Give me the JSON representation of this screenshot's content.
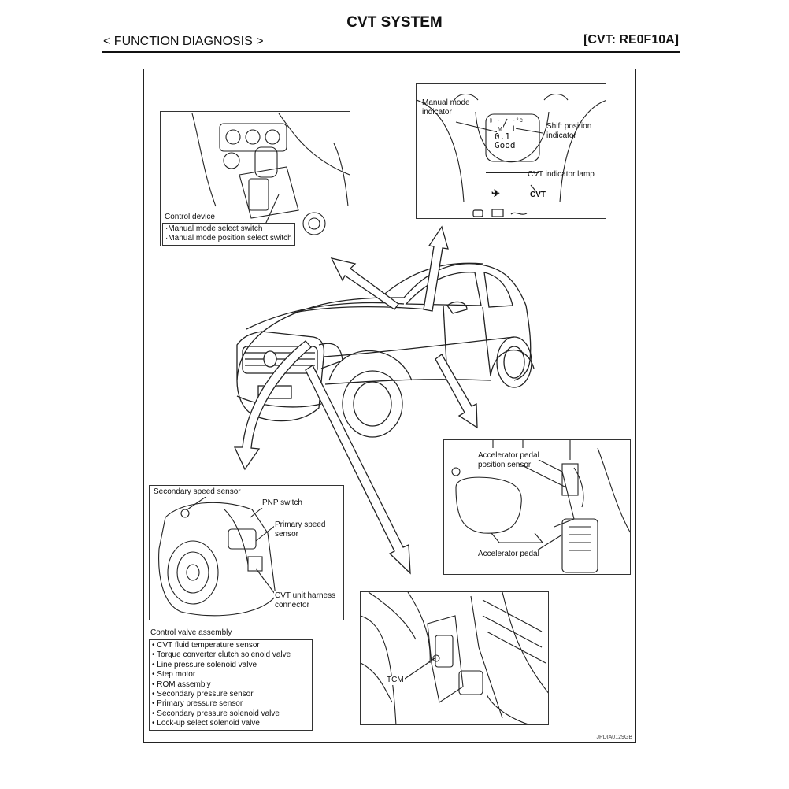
{
  "header": {
    "title": "CVT SYSTEM",
    "section": "< FUNCTION DIAGNOSIS >",
    "model": "[CVT: RE0F10A]"
  },
  "figure_code": "JPDIA0129GB",
  "control_device": {
    "title": "Control device",
    "items": [
      "·Manual mode select switch",
      "·Manual mode position select switch"
    ]
  },
  "meter": {
    "manual_mode_indicator": [
      "Manual mode",
      "indicator"
    ],
    "shift_position_indicator": [
      "Shift position",
      "indicator"
    ],
    "cvt_indicator_lamp": "CVT indicator lamp",
    "display_line1": "0.1",
    "display_line2": "Good",
    "gear_letter": "M",
    "cvt_text": "CVT"
  },
  "accelerator": {
    "sensor": [
      "Accelerator pedal",
      "position sensor"
    ],
    "pedal": "Accelerator pedal"
  },
  "transmission": {
    "secondary_speed_sensor": "Secondary speed sensor",
    "pnp_switch": "PNP switch",
    "primary_speed_sensor": [
      "Primary speed",
      "sensor"
    ],
    "harness_connector": [
      "CVT unit harness",
      "connector"
    ]
  },
  "control_valve": {
    "title": "Control valve assembly",
    "items": [
      "• CVT fluid temperature sensor",
      "• Torque converter clutch solenoid valve",
      "• Line pressure solenoid valve",
      "• Step motor",
      "• ROM assembly",
      "• Secondary pressure sensor",
      "• Primary pressure sensor",
      "• Secondary pressure solenoid valve",
      "• Lock-up select solenoid valve"
    ]
  },
  "tcm": {
    "label": "TCM"
  }
}
